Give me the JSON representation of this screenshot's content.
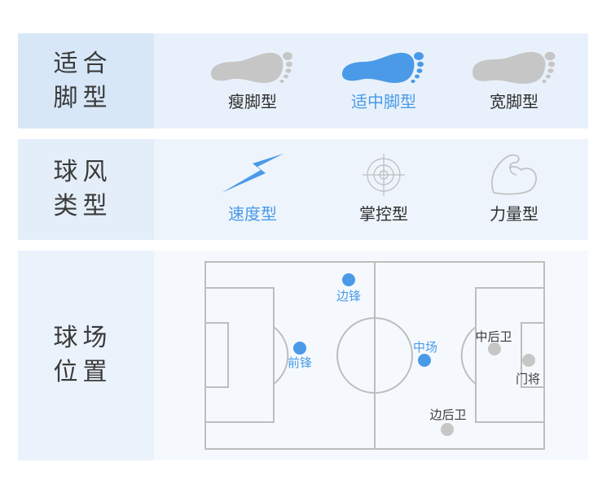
{
  "colors": {
    "accent": "#4a9ae8",
    "inactive": "#c6c6c6",
    "label_bg_1": "#d7e7f8",
    "content_bg_1": "#e8f1fb",
    "label_bg_2": "#e3eef9",
    "content_bg_2": "#edf4fc",
    "label_bg_3": "#eaf2fb",
    "content_bg_3": "#f5f9fe",
    "pitch_line": "#bdbdbd"
  },
  "foot_type": {
    "label": "适合脚型",
    "options": [
      {
        "label": "瘦脚型",
        "icon": "foot-icon",
        "selected": false
      },
      {
        "label": "适中脚型",
        "icon": "foot-icon",
        "selected": true
      },
      {
        "label": "宽脚型",
        "icon": "foot-icon",
        "selected": false
      }
    ]
  },
  "play_style": {
    "label": "球风类型",
    "options": [
      {
        "label": "速度型",
        "icon": "lightning-icon",
        "selected": true
      },
      {
        "label": "掌控型",
        "icon": "crosshair-icon",
        "selected": false
      },
      {
        "label": "力量型",
        "icon": "muscle-arm-icon",
        "selected": false
      }
    ]
  },
  "position": {
    "label": "球场位置",
    "positions": [
      {
        "label": "边锋",
        "highlighted": true
      },
      {
        "label": "前锋",
        "highlighted": true
      },
      {
        "label": "中场",
        "highlighted": true
      },
      {
        "label": "中后卫",
        "highlighted": false
      },
      {
        "label": "门将",
        "highlighted": false
      },
      {
        "label": "边后卫",
        "highlighted": false
      }
    ]
  }
}
